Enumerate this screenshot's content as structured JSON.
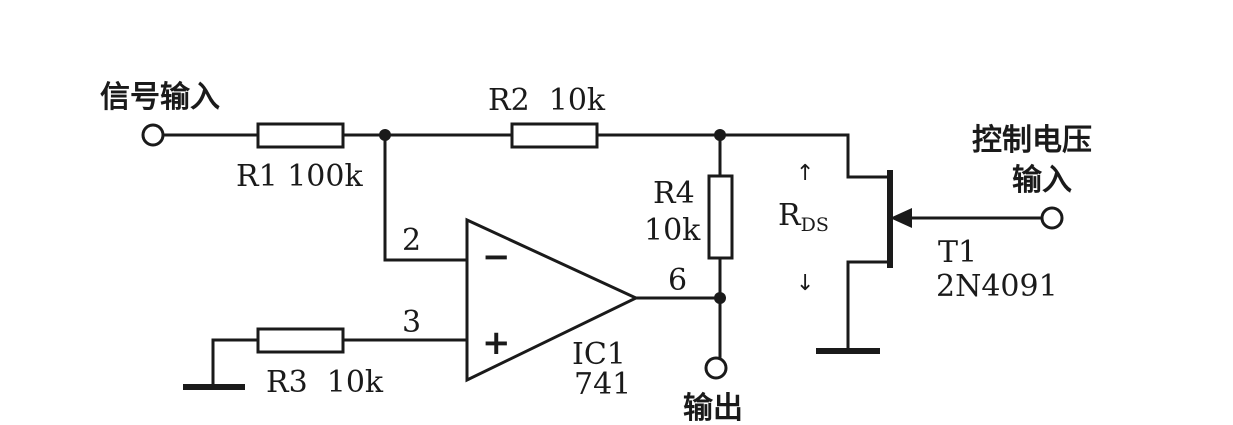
{
  "labels": {
    "signal_input": "信号输入",
    "r1": "R1 100k",
    "r2": "R2  10k",
    "r3": "R3  10k",
    "r4_name": "R4",
    "r4_value": "10k",
    "pin2": "2",
    "pin3": "3",
    "pin6": "6",
    "minus": "−",
    "plus": "+",
    "ic_name": "IC1",
    "ic_part": "741",
    "output": "输出",
    "rds_main": "R",
    "rds_sub": "DS",
    "rds_up": "↑",
    "rds_down": "↓",
    "control_line1": "控制电压",
    "control_line2": "输入",
    "t1_name": "T1",
    "t1_part": "2N4091"
  }
}
